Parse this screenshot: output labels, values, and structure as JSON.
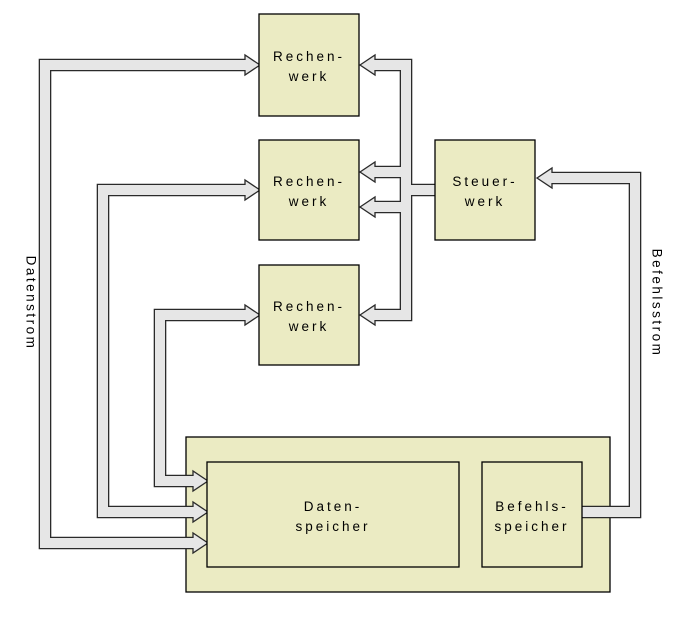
{
  "diagram": {
    "boxes": {
      "rechenwerk_1": {
        "line1": "Rechen-",
        "line2": "werk"
      },
      "rechenwerk_2": {
        "line1": "Rechen-",
        "line2": "werk"
      },
      "rechenwerk_3": {
        "line1": "Rechen-",
        "line2": "werk"
      },
      "steuerwerk": {
        "line1": "Steuer-",
        "line2": "werk"
      },
      "datenspeicher": {
        "line1": "Daten-",
        "line2": "speicher"
      },
      "befehlsspeicher": {
        "line1": "Befehls-",
        "line2": "speicher"
      }
    },
    "stream_labels": {
      "left": "Datenstrom",
      "right": "Befehlsstrom"
    },
    "colors": {
      "background": "#ffffff",
      "box_fill": "#ebebc3",
      "box_stroke": "#000000",
      "arrow_fill": "#e6e6e6",
      "arrow_stroke": "#2a2a2a",
      "text": "#000000"
    }
  }
}
